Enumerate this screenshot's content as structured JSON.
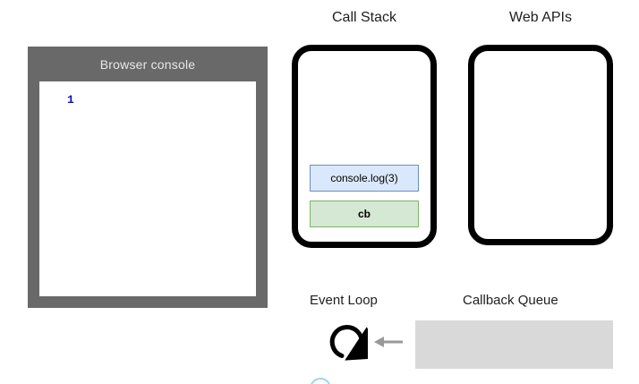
{
  "diagram": {
    "subject": "javascript-event-loop",
    "background": "#ffffff"
  },
  "browser_console": {
    "title": "Browser console",
    "log_lines": [
      "1"
    ],
    "frame_color": "#696969",
    "title_color": "#e8e8e8",
    "body_color": "#ffffff",
    "log_text_color": "#0f0fc4"
  },
  "call_stack": {
    "title": "Call Stack",
    "border_color": "#000000",
    "frames": [
      {
        "label": "console.log(3)",
        "bg": "#dae8fc",
        "border": "#6c8ebf",
        "bold": false
      },
      {
        "label": "cb",
        "bg": "#d5e8d4",
        "border": "#82b366",
        "bold": true
      }
    ]
  },
  "web_apis": {
    "title": "Web APIs",
    "border_color": "#000000",
    "items": []
  },
  "event_loop": {
    "title": "Event Loop",
    "icon": "circular-arrow-icon",
    "icon_color": "#000000",
    "arrow_icon": "left-arrow-icon",
    "arrow_color": "#999999"
  },
  "callback_queue": {
    "title": "Callback Queue",
    "queue_bg": "#d9d9d9",
    "items": []
  },
  "decorations": {
    "partial_circle_color": "#9fd3ec"
  }
}
